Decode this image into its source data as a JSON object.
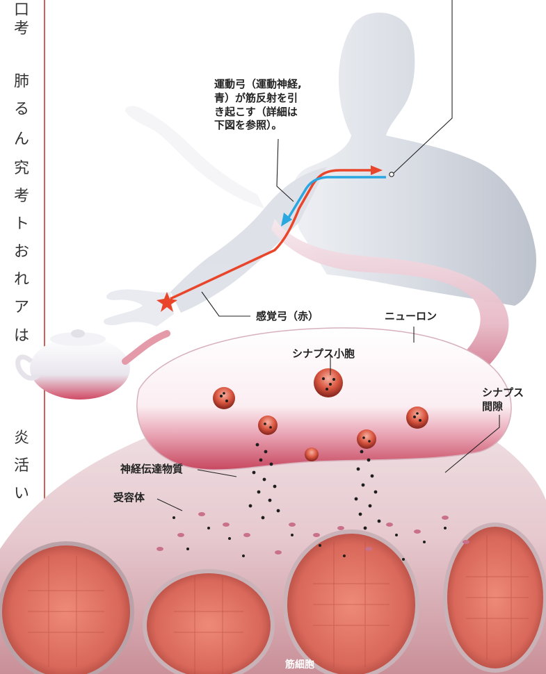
{
  "margin_text": {
    "chars": [
      "口",
      "考",
      "肺",
      "る",
      "ん",
      "究",
      "考",
      "ト",
      "お",
      "れ",
      "ア",
      "は",
      "炎",
      "活",
      "い"
    ]
  },
  "labels": {
    "motor_arc": [
      "運動弓（運動神経,",
      "青）が筋反射を引",
      "き起こす（詳細は",
      "下図を参照）。"
    ],
    "sensory_arc": "感覚弓（赤）",
    "neuron": "ニューロン",
    "synaptic_vesicle": "シナプス小胞",
    "synaptic_cleft": [
      "シナプス",
      "間隙"
    ],
    "neurotransmitter": "神経伝達物質",
    "receptor": "受容体",
    "muscle_cell": "筋細胞"
  },
  "colors": {
    "sensory": "#e8452a",
    "motor": "#2aa6e0",
    "margin_rule": "#c0392b",
    "muscle": "#d9685a"
  }
}
